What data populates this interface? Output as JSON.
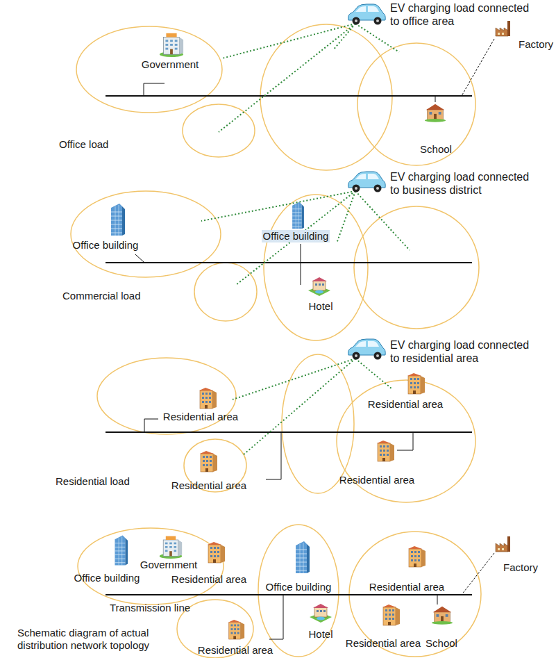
{
  "diagram": {
    "nodes": [
      {
        "text": [
          "Office load"
        ]
      },
      {
        "text": [
          "Commercial load"
        ]
      },
      {
        "text": [
          "Residential load"
        ]
      },
      {
        "text": [
          "Schematic diagram of actual distribution network topology"
        ]
      }
    ],
    "labels": [
      "EV charging load connected to office area",
      "Government",
      "Factory",
      "School",
      "EV charging load connected to business district",
      "Office building",
      "Office building",
      "Hotel",
      "EV charging load connected to residential area",
      "Residential area",
      "Residential area",
      "Residential area",
      "Residential area",
      "Office building",
      "Government",
      "Residential area",
      "Factory",
      "Transmission line",
      "Office building",
      "Residential area",
      "Hotel",
      "Residential area",
      "School",
      "Residential area"
    ]
  }
}
